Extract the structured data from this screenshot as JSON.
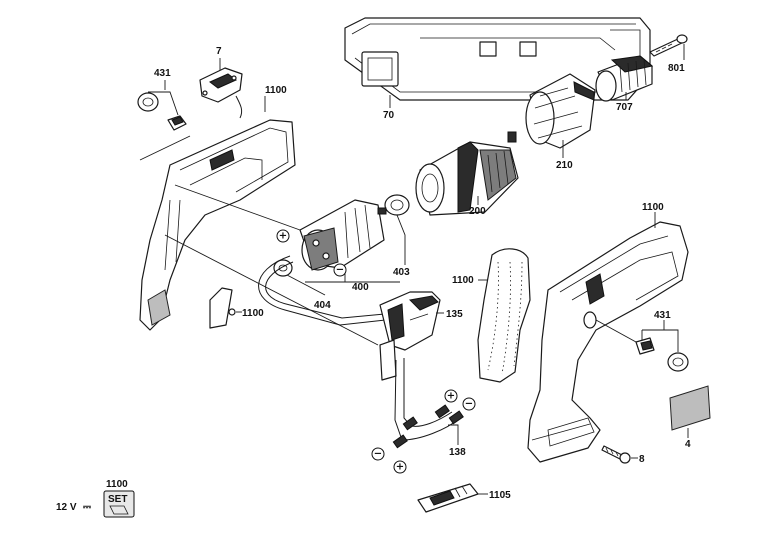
{
  "labels": {
    "p7": "7",
    "p431_top": "431",
    "p1100_top": "1100",
    "p70": "70",
    "p801": "801",
    "p707": "707",
    "p210": "210",
    "p200": "200",
    "p403": "403",
    "p404": "404",
    "p400": "400",
    "p135": "135",
    "p1100_left": "1100",
    "p1100_grip": "1100",
    "p1100_right": "1100",
    "p431_right": "431",
    "p4": "4",
    "p8": "8",
    "p138": "138",
    "p1105": "1105"
  },
  "polarity": {
    "plus": "+",
    "minus": "−"
  },
  "set_block": {
    "number": "1100",
    "voltage": "12 V",
    "dc_symbol": "⎓",
    "set_label": "SET"
  }
}
